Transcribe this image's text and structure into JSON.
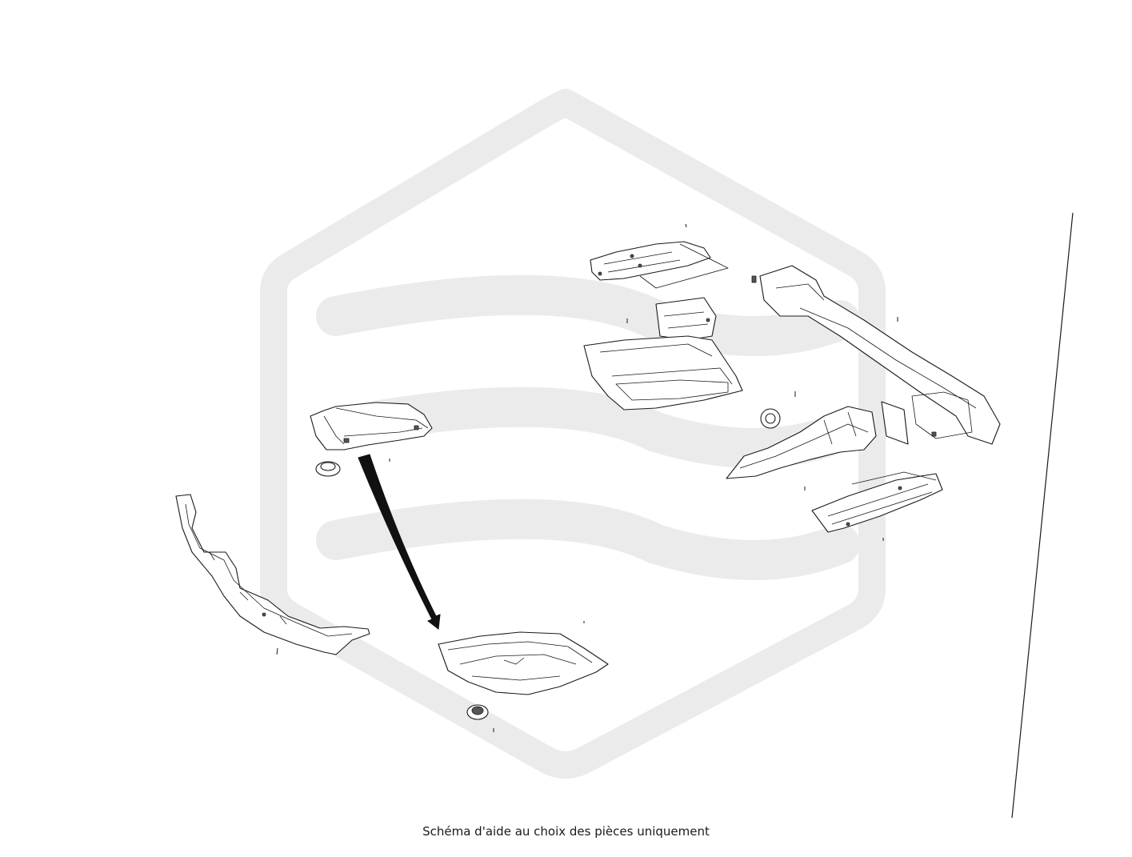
{
  "caption": "Schéma d'aide au choix des pièces uniquement",
  "watermark": {
    "icon": "hexagon-wave-logo-icon",
    "color": "#ebebeb"
  },
  "parts": [
    "rear-side-member-left",
    "rear-floor-bracket",
    "rubber-plug-small",
    "spare-wheel-well",
    "rubber-plug-bottom",
    "upper-reinforcement-plate",
    "crossmember-bracket",
    "rear-crossmember-beam",
    "rubber-plug-center",
    "side-member-extension",
    "mounting-plate",
    "lower-reinforcement-plate"
  ],
  "colors": {
    "line": "#1a1a1a",
    "background": "#ffffff"
  }
}
